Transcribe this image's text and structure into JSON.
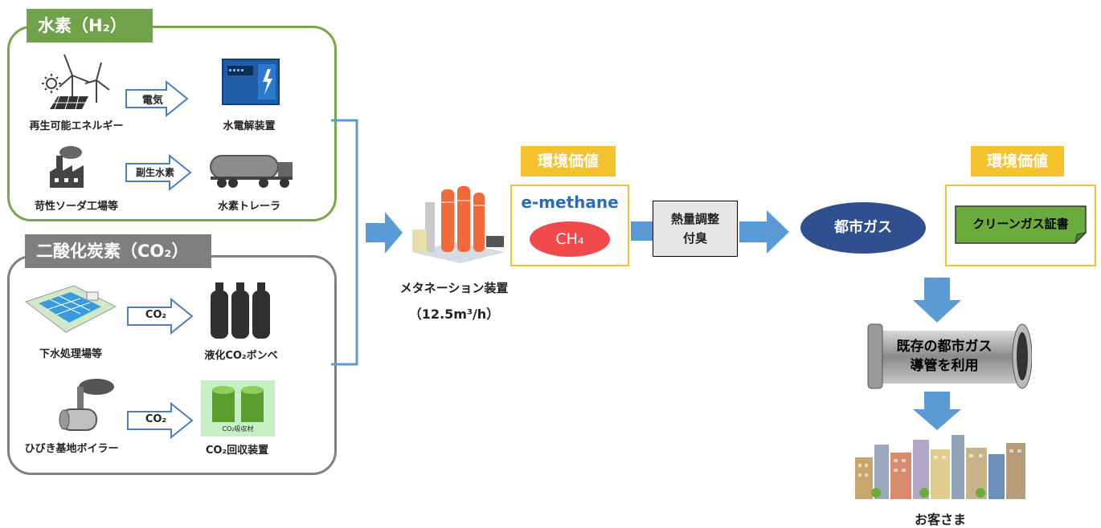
{
  "hydrogen": {
    "title": "水素（H₂）",
    "sources": [
      {
        "label": "再生可能エネルギー",
        "arrow": "電気",
        "target": "水電解装置"
      },
      {
        "label": "苛性ソーダ工場等",
        "arrow": "副生水素",
        "target": "水素トレーラ"
      }
    ]
  },
  "co2": {
    "title": "二酸化炭素（CO₂）",
    "sources": [
      {
        "label": "下水処理場等",
        "arrow": "CO₂",
        "target": "液化CO₂ボンベ"
      },
      {
        "label": "ひびき基地ボイラー",
        "arrow": "CO₂",
        "target": "CO₂回収装置"
      }
    ],
    "device_text": "CO₂吸収材"
  },
  "methanation": {
    "label": "メタネーション装置",
    "capacity": "（12.5m³/h）"
  },
  "env_value_left": "環境価値",
  "env_value_right": "環境価値",
  "emethane": {
    "logo": "e-methane",
    "formula": "CH₄"
  },
  "adjust": {
    "line1": "熱量調整",
    "line2": "付臭"
  },
  "city_gas": "都市ガス",
  "certificate": "クリーンガス証書",
  "pipeline": {
    "line1": "既存の都市ガス",
    "line2": "導管を利用"
  },
  "customers": "お客さま",
  "colors": {
    "green": "#6fa24a",
    "gray": "#7f7f7f",
    "blue_arrow": "#5b9bd5",
    "yellow": "#f5c22d",
    "navy": "#2f4f8f",
    "red": "#f24a4a",
    "cert_green": "#6aab3c"
  }
}
